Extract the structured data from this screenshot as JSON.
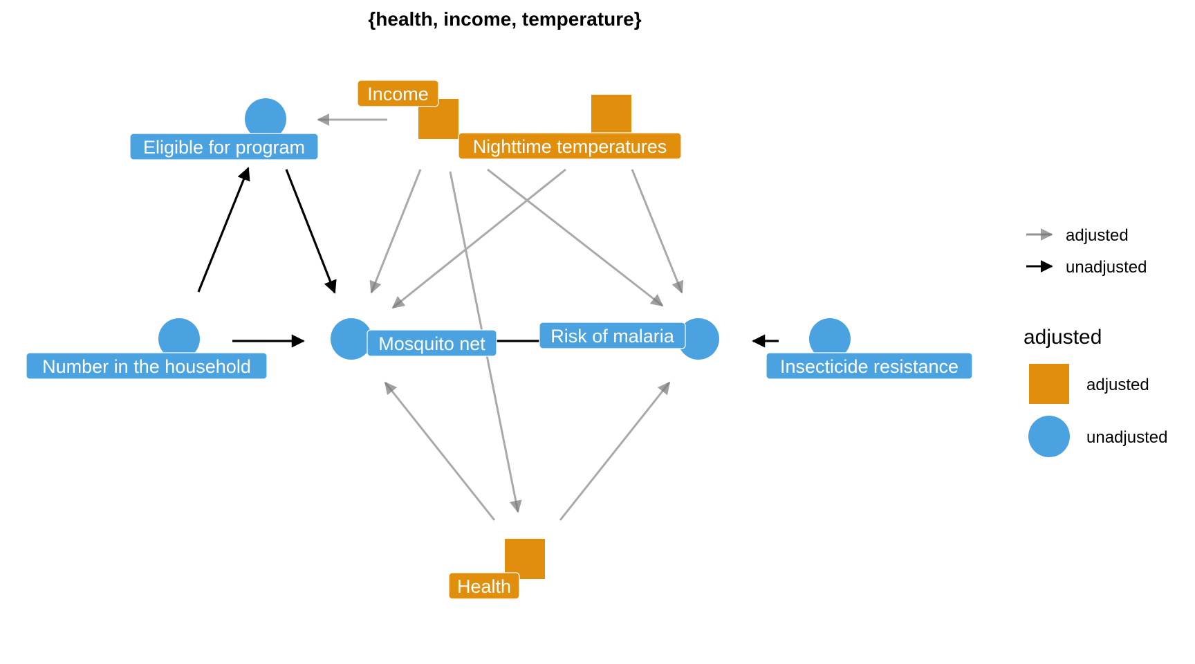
{
  "title": "{health, income, temperature}",
  "colors": {
    "adjusted": "#E08E0B",
    "unadjusted": "#4AA3E0",
    "edge_adjusted": "#A9A9A9",
    "edge_unadjusted": "#000000"
  },
  "nodes": [
    {
      "id": "income",
      "label": "Income",
      "status": "adjusted",
      "shape": "square"
    },
    {
      "id": "temp",
      "label": "Nighttime temperatures",
      "status": "adjusted",
      "shape": "square"
    },
    {
      "id": "health",
      "label": "Health",
      "status": "adjusted",
      "shape": "square"
    },
    {
      "id": "eligible",
      "label": "Eligible for program",
      "status": "unadjusted",
      "shape": "circle"
    },
    {
      "id": "household",
      "label": "Number in the household",
      "status": "unadjusted",
      "shape": "circle"
    },
    {
      "id": "net",
      "label": "Mosquito net",
      "status": "unadjusted",
      "shape": "circle"
    },
    {
      "id": "malaria",
      "label": "Risk of malaria",
      "status": "unadjusted",
      "shape": "circle"
    },
    {
      "id": "insecticide",
      "label": "Insecticide resistance",
      "status": "unadjusted",
      "shape": "circle"
    }
  ],
  "edges": [
    {
      "from": "income",
      "to": "eligible",
      "status": "adjusted"
    },
    {
      "from": "income",
      "to": "net",
      "status": "adjusted"
    },
    {
      "from": "income",
      "to": "health",
      "status": "adjusted"
    },
    {
      "from": "income",
      "to": "malaria",
      "status": "adjusted"
    },
    {
      "from": "temp",
      "to": "net",
      "status": "adjusted"
    },
    {
      "from": "temp",
      "to": "malaria",
      "status": "adjusted"
    },
    {
      "from": "health",
      "to": "net",
      "status": "adjusted"
    },
    {
      "from": "health",
      "to": "malaria",
      "status": "adjusted"
    },
    {
      "from": "household",
      "to": "eligible",
      "status": "unadjusted"
    },
    {
      "from": "household",
      "to": "net",
      "status": "unadjusted"
    },
    {
      "from": "eligible",
      "to": "net",
      "status": "unadjusted"
    },
    {
      "from": "net",
      "to": "malaria",
      "status": "unadjusted"
    },
    {
      "from": "insecticide",
      "to": "malaria",
      "status": "unadjusted"
    }
  ],
  "legend": {
    "edge_items": [
      {
        "label": "adjusted",
        "status": "adjusted"
      },
      {
        "label": "unadjusted",
        "status": "unadjusted"
      }
    ],
    "node_title": "adjusted",
    "node_items": [
      {
        "label": "adjusted",
        "shape": "square",
        "status": "adjusted"
      },
      {
        "label": "unadjusted",
        "shape": "circle",
        "status": "unadjusted"
      }
    ]
  }
}
